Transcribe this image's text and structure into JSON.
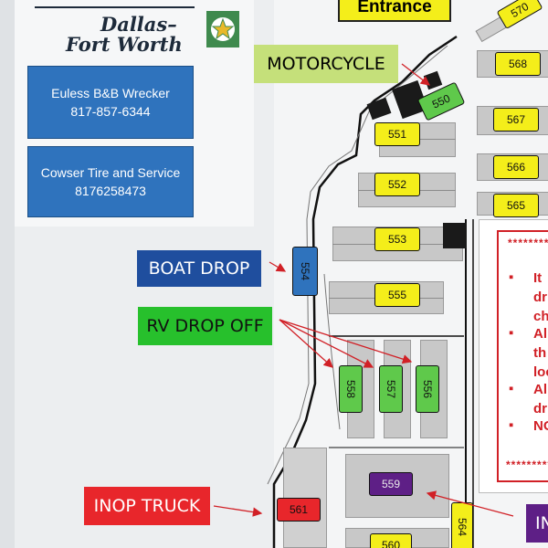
{
  "logo": {
    "line1": "Dallas–",
    "line2": "Fort Worth"
  },
  "wreckers": [
    {
      "name": "Euless B&B Wrecker",
      "phone": "817-857-6344"
    },
    {
      "name": "Cowser Tire and Service",
      "phone": "8176258473"
    }
  ],
  "signs": {
    "entrance": "Entrance",
    "motorcycle": "MOTORCYCLE",
    "boat_drop": "BOAT DROP",
    "rv_drop_off": "RV DROP OFF",
    "inop_truck": "INOP TRUCK",
    "inop_partial": "IN"
  },
  "lots": {
    "l570": "570",
    "l568": "568",
    "l567": "567",
    "l566": "566",
    "l565": "565",
    "l550": "550",
    "l551": "551",
    "l552": "552",
    "l553": "553",
    "l554": "554",
    "l555": "555",
    "l556": "556",
    "l557": "557",
    "l558": "558",
    "l559": "559",
    "l560": "560",
    "l561": "561",
    "l564": "564"
  },
  "notice": {
    "stars_top": "********",
    "lines": [
      "It",
      "dr",
      "ch",
      "All",
      "th",
      "loc",
      "All",
      "dr",
      "NO"
    ],
    "stars_bottom": "*********"
  },
  "colors": {
    "yellow": "#f4ee1a",
    "green_label": "#4ed33c",
    "green_lot": "#5fc94b",
    "blue": "#2f73bd",
    "purple": "#5e1f86",
    "red": "#e8262b",
    "lime": "#c5e07a",
    "notice_red": "#d12026"
  }
}
